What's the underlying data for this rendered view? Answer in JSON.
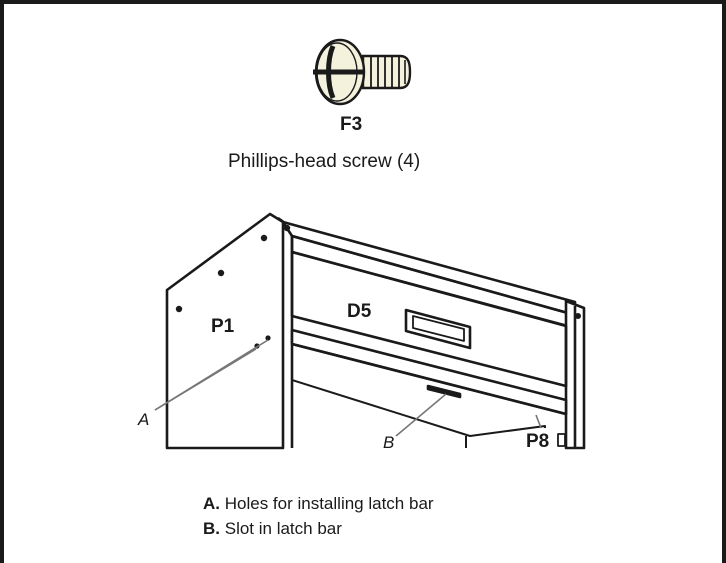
{
  "part": {
    "id": "F3",
    "description": "Phillips-head screw (4)"
  },
  "labels": {
    "p1": "P1",
    "d5": "D5",
    "p8": "P8"
  },
  "callouts": {
    "a": "A",
    "b": "B"
  },
  "legend": [
    {
      "key": "A.",
      "text": "Holes for installing latch bar"
    },
    {
      "key": "B.",
      "text": "Slot in latch bar"
    }
  ],
  "colors": {
    "line": "#1a1a1a",
    "screw_fill": "#f4f1dc"
  }
}
